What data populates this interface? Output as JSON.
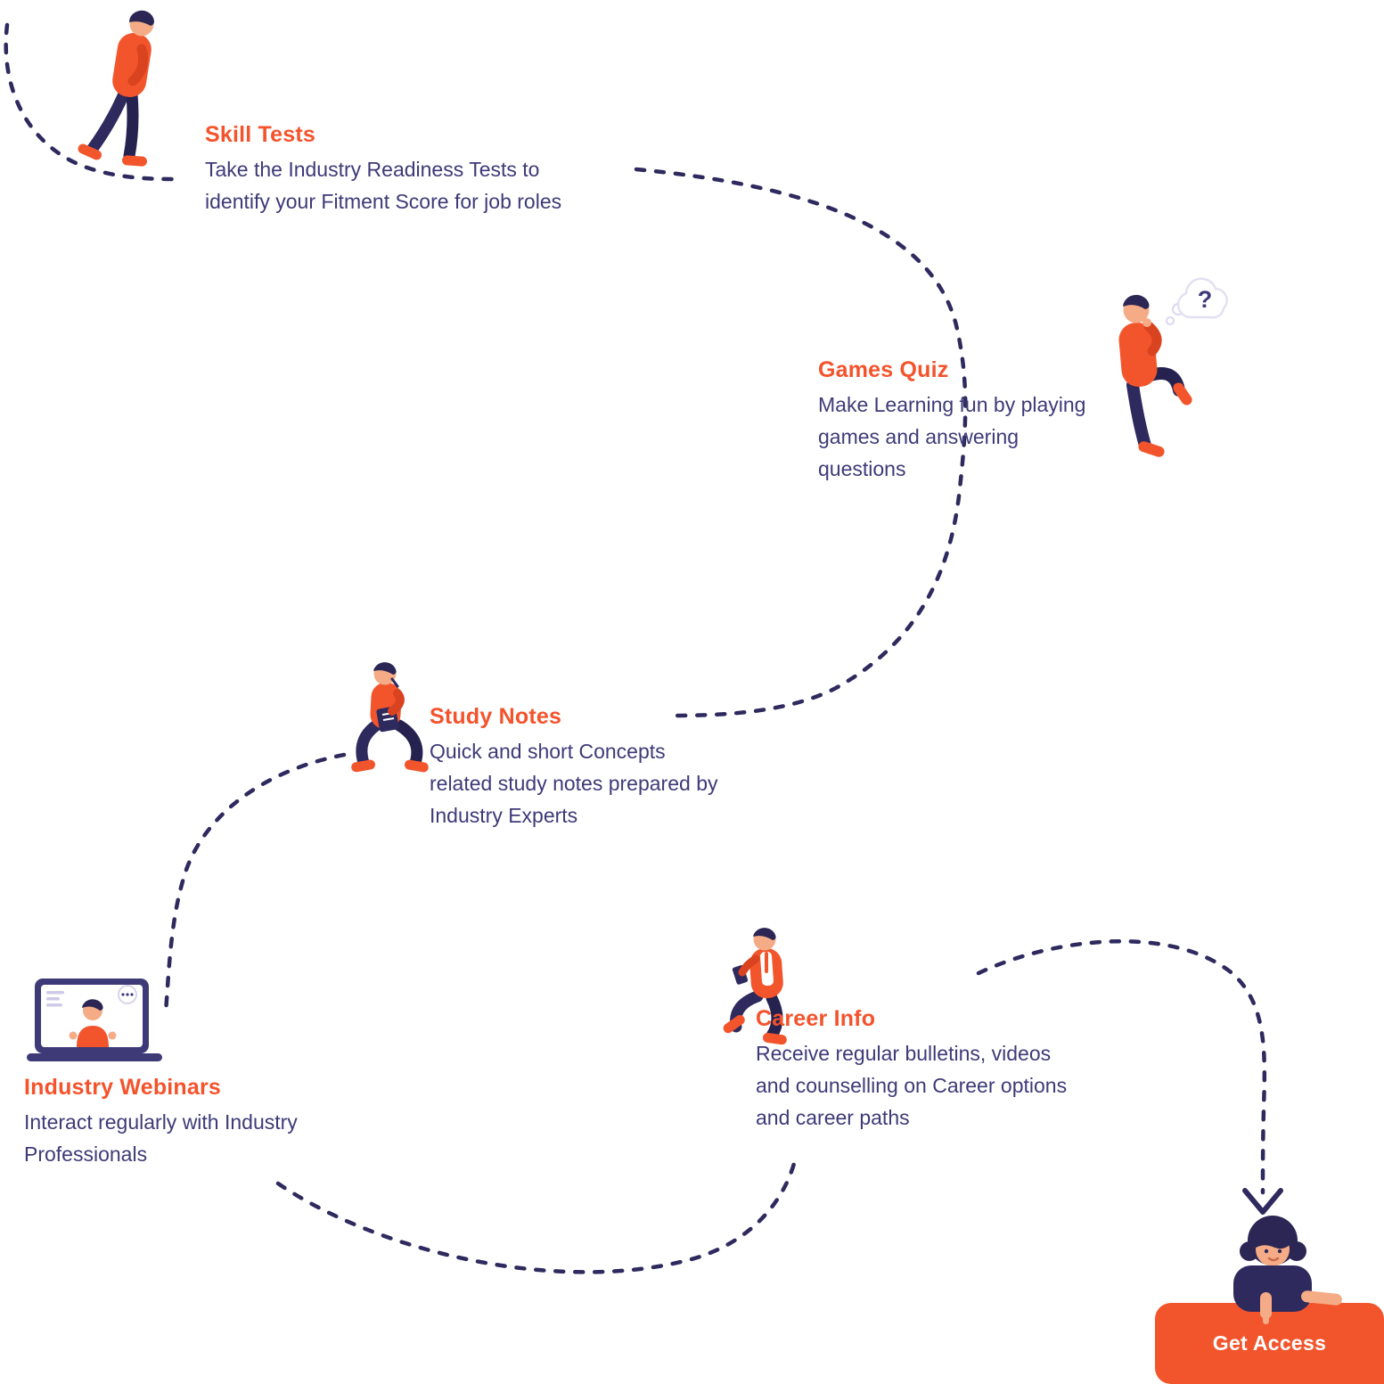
{
  "colors": {
    "accent": "#F4532C",
    "body_text": "#3E3A78",
    "connector_line": "#2E2A5E",
    "button_background": "#F2552C",
    "button_text": "#FFFFFF"
  },
  "steps": [
    {
      "title": "Skill Tests",
      "description": "Take the Industry Readiness Tests to\nidentify your Fitment Score for job roles"
    },
    {
      "title": "Games Quiz",
      "description": "Make Learning fun by playing\ngames and answering\nquestions",
      "thought": "?"
    },
    {
      "title": "Study Notes",
      "description": "Quick and short Concepts\nrelated study notes prepared by\nIndustry Experts"
    },
    {
      "title": "Industry Webinars",
      "description": "Interact regularly with Industry\nProfessionals"
    },
    {
      "title": "Career Info",
      "description": "Receive regular bulletins, videos\nand counselling on Career options\nand career paths"
    }
  ],
  "cta": {
    "label": "Get Access"
  }
}
